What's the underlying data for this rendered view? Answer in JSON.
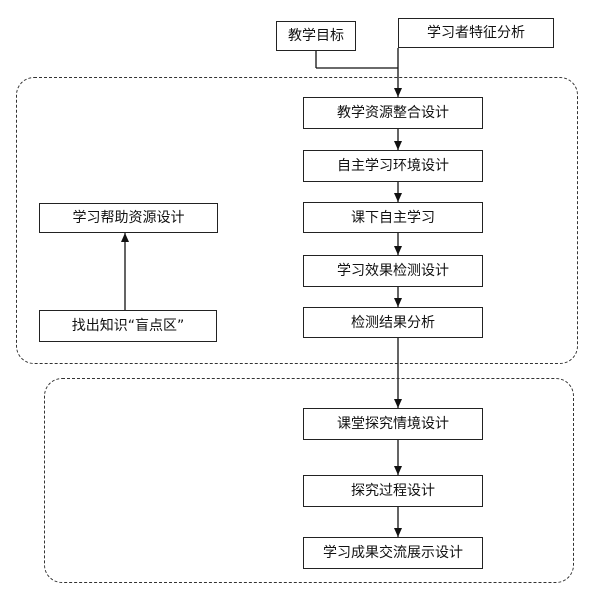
{
  "nodes": {
    "teaching_goal": "教学目标",
    "learner_analysis": "学习者特征分析",
    "resource_integration": "教学资源整合设计",
    "self_learning_environment": "自主学习环境设计",
    "after_class_self_learning": "课下自主学习",
    "learning_effect_detection": "学习效果检测设计",
    "detection_result_analysis": "检测结果分析",
    "help_resource_design": "学习帮助资源设计",
    "find_blind_spots": "找出知识“盲点区”",
    "inquiry_situation_design": "课堂探究情境设计",
    "inquiry_process_design": "探究过程设计",
    "result_showcase_design": "学习成果交流展示设计"
  }
}
